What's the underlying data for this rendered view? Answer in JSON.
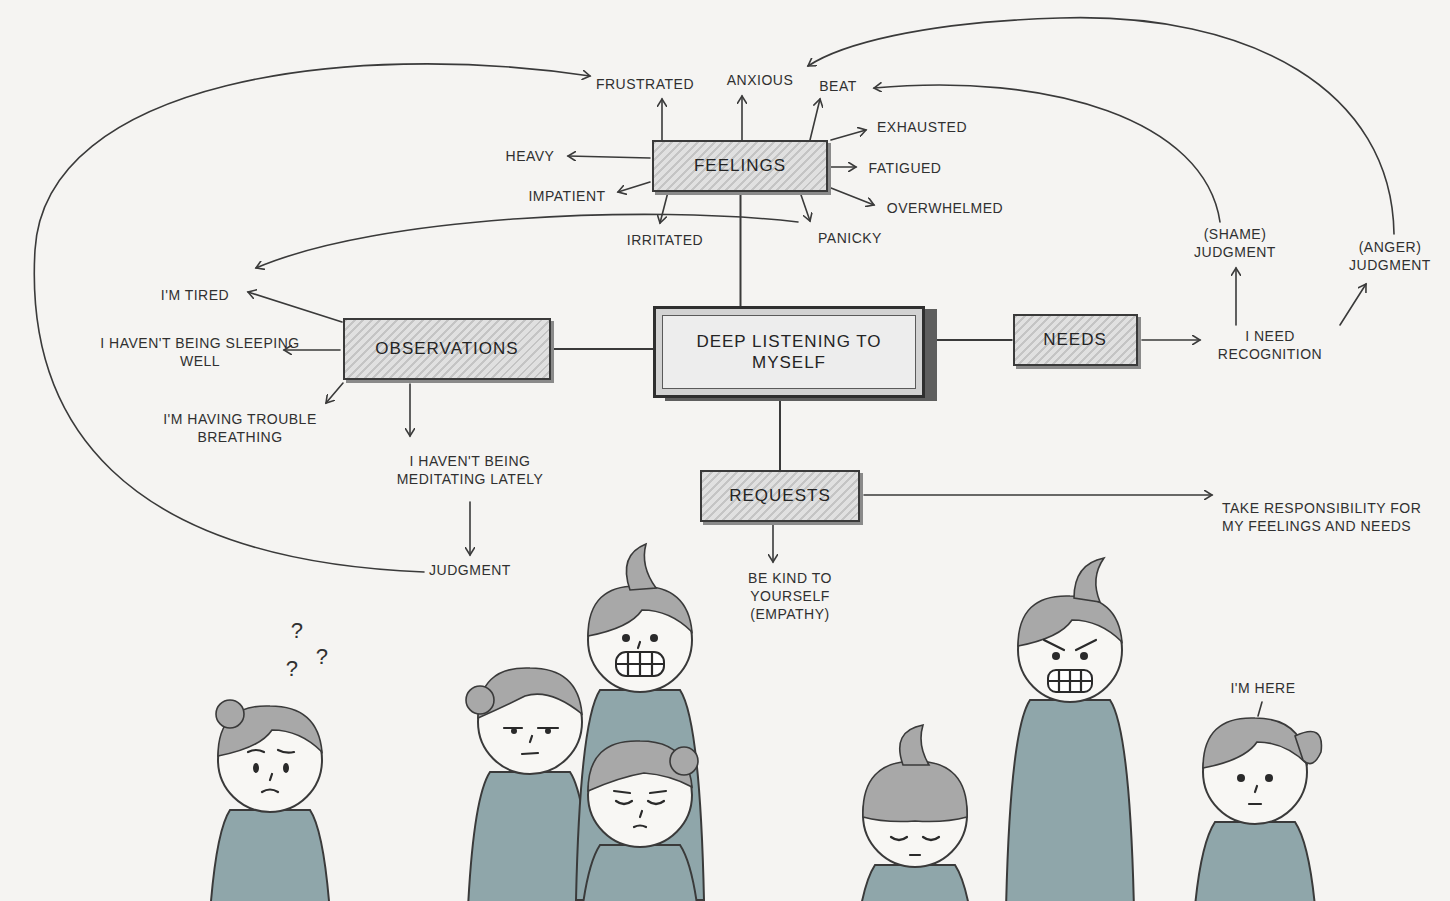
{
  "diagram": {
    "nodes": [
      {
        "text": [
          "FEELINGS"
        ]
      },
      {
        "text": [
          "OBSERVATIONS"
        ]
      },
      {
        "text": [
          "DEEP LISTENING TO MYSELF"
        ]
      },
      {
        "text": [
          "NEEDS"
        ]
      },
      {
        "text": [
          "REQUESTS"
        ]
      }
    ],
    "edges": [
      {
        "from": 2,
        "to": 0,
        "arrow": "none"
      },
      {
        "from": 2,
        "to": 1,
        "arrow": "none"
      },
      {
        "from": 2,
        "to": 3,
        "arrow": "none"
      },
      {
        "from": 2,
        "to": 4,
        "arrow": "none"
      }
    ],
    "labels": [
      "FRUSTRATED",
      "ANXIOUS",
      "BEAT",
      "HEAVY",
      "EXHAUSTED",
      "IMPATIENT",
      "FATIGUED",
      "OVERWHELMED",
      "IRRITATED",
      "PANICKY",
      "(SHAME) JUDGMENT",
      "(ANGER) JUDGMENT",
      "I'M TIRED",
      "I HAVEN'T BEING SLEEPING WELL",
      "I NEED RECOGNITION",
      "I'M HAVING TROUBLE BREATHING",
      "I HAVEN'T BEING MEDITATING LATELY",
      "TAKE RESPONSIBILITY FOR MY FEELINGS AND NEEDS",
      "BE KIND TO YOURSELF (EMPATHY)",
      "JUDGMENT",
      "?",
      "?",
      "?",
      "I'M HERE"
    ]
  }
}
